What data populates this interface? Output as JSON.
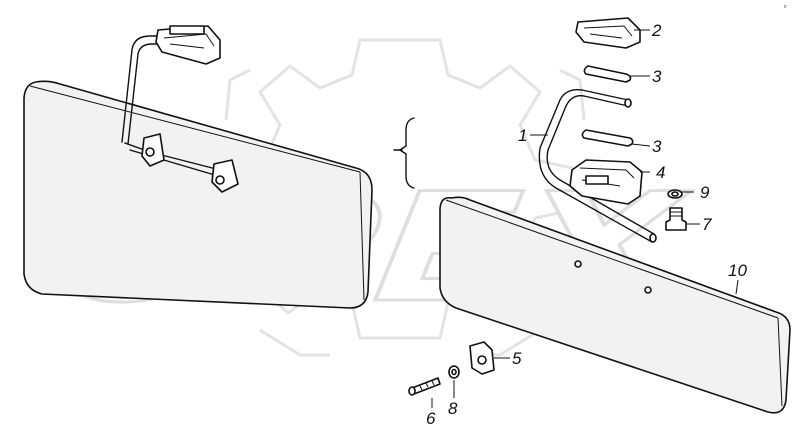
{
  "watermark": {
    "text": "OPEX"
  },
  "corner_mark": "c",
  "callouts": {
    "c1": "1",
    "c2": "2",
    "c3a": "3",
    "c3b": "3",
    "c4": "4",
    "c5": "5",
    "c6": "6",
    "c7": "7",
    "c8": "8",
    "c9": "9",
    "c10": "10"
  }
}
